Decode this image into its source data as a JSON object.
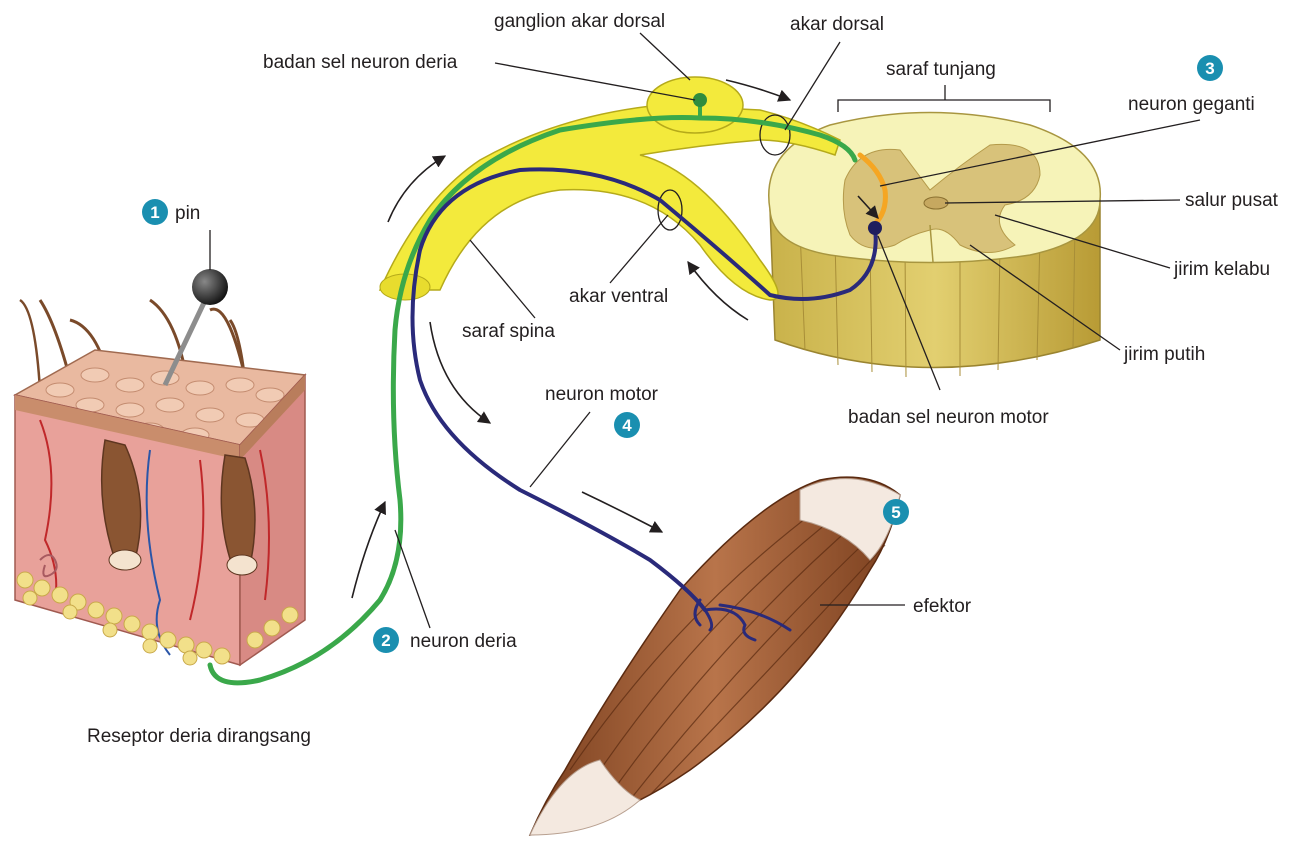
{
  "labels": {
    "pin": "pin",
    "ganglion": "ganglion akar dorsal",
    "sensory_cell_body": "badan sel neuron deria",
    "dorsal_root": "akar dorsal",
    "spinal_cord": "saraf tunjang",
    "interneuron": "neuron geganti",
    "central_canal": "salur pusat",
    "grey_matter": "jirim kelabu",
    "white_matter": "jirim putih",
    "motor_cell_body": "badan sel neuron motor",
    "ventral_root": "akar ventral",
    "spinal_nerve": "saraf spina",
    "motor_neuron": "neuron motor",
    "sensory_neuron": "neuron deria",
    "effector": "efektor",
    "receptor_caption": "Reseptor deria dirangsang"
  },
  "steps": [
    "1",
    "2",
    "3",
    "4",
    "5"
  ],
  "colors": {
    "step_badge": "#1a8fb0",
    "sensory_neuron": "#3aa84a",
    "motor_neuron": "#2a2a7a",
    "interneuron": "#f5a623",
    "nerve": "#f3ea3c",
    "grey_matter": "#d8c27a",
    "white_matter": "#f4f2b8",
    "muscle": "#9b5a32",
    "skin": "#e89a90"
  },
  "icons": [
    "pin-icon",
    "arrow-icon"
  ]
}
